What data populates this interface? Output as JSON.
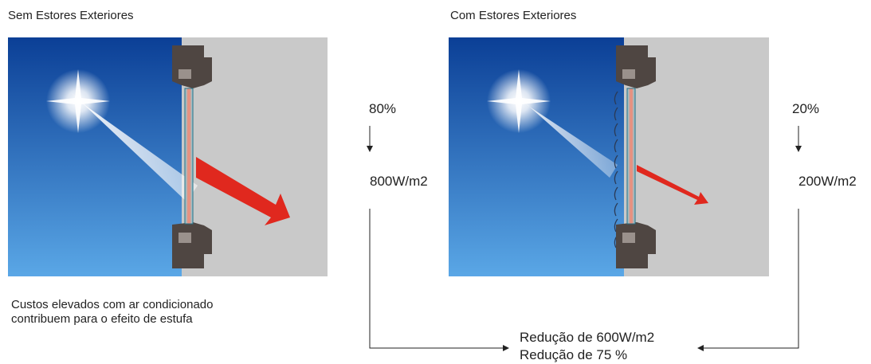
{
  "left": {
    "title": "Sem Estores Exteriores",
    "percent": "80%",
    "power": "800W/m2",
    "note_line1": "Custos elevados com ar condicionado",
    "note_line2": "contribuem para o efeito de estufa"
  },
  "right": {
    "title": "Com Estores Exteriores",
    "percent": "20%",
    "power": "200W/m2"
  },
  "result": {
    "line1": "Redução de 600W/m2",
    "line2": "Redução de 75 %"
  },
  "colors": {
    "sky_top": "#0b3f96",
    "sky_bottom": "#5aa7e6",
    "wall": "#c9c9c9",
    "frame": "#4f4642",
    "heat_arrow": "#e0281e",
    "sun_beam": "#ffffff"
  }
}
